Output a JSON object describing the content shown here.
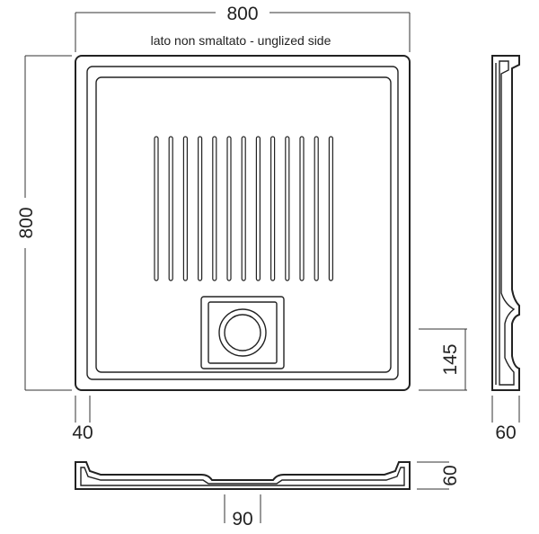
{
  "dimensions": {
    "width_top": "800",
    "height_left": "800",
    "note": "lato non smaltato - unglized side",
    "border": "40",
    "drain_offset": "145",
    "side_depth": "60",
    "front_height": "60",
    "drain_width": "90"
  },
  "tray": {
    "groove_count": 13
  }
}
